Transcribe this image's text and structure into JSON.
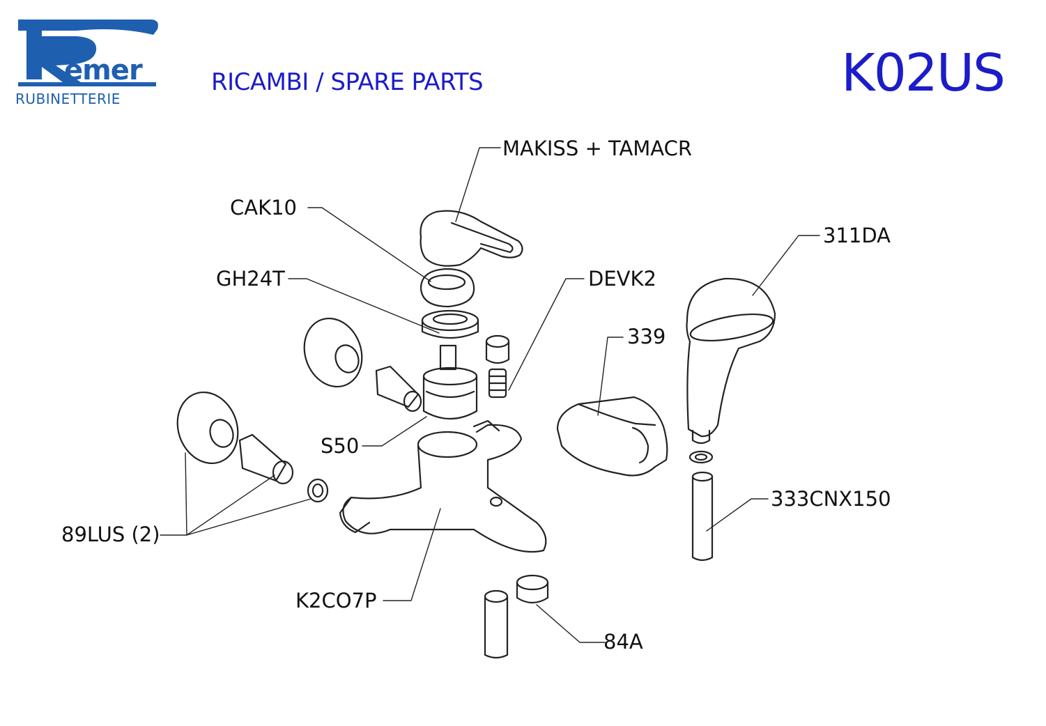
{
  "brand": {
    "wordmark": "emer",
    "tagline": "RUBINETTERIE",
    "colors": {
      "brand_blue": "#1f5fb0",
      "title_blue": "#1c1cc8"
    }
  },
  "header": {
    "subtitle": "RICAMBI  / SPARE PARTS",
    "product_code": "K02US"
  },
  "parts": {
    "handle": "MAKISS + TAMACR",
    "cap": "CAK10",
    "nut": "GH24T",
    "diverter": "DEVK2",
    "holder": "339",
    "shower_head": "311DA",
    "cartridge": "S50",
    "hose": "333CNX150",
    "eccentrics": "89LUS (2)",
    "body": "K2CO7P",
    "aerator": "84A"
  }
}
